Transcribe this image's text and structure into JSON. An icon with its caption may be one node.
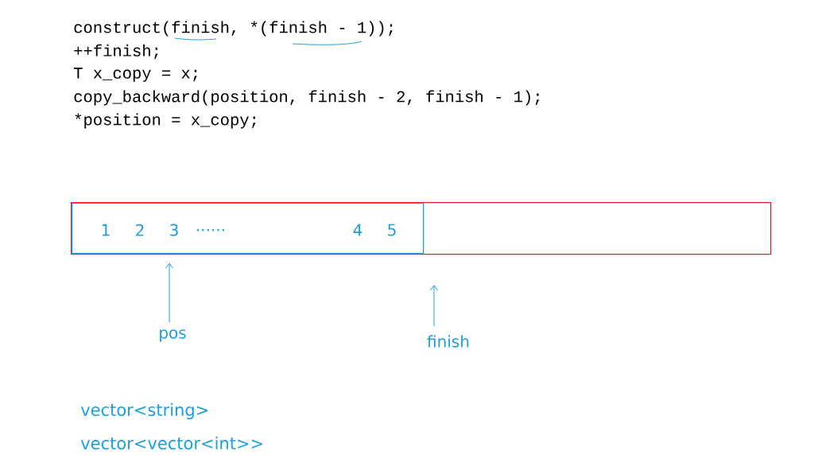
{
  "diagram": {
    "nodes": [
      {
        "text": [],
        "shape": "box"
      },
      {
        "text": [
          "1",
          "2",
          "3",
          "......",
          "4",
          "5"
        ],
        "in": 0
      },
      {
        "text": [
          "pos"
        ]
      },
      {
        "text": [
          "finish"
        ]
      }
    ],
    "edges": [
      {
        "from": 2,
        "to": 1,
        "arrow": "to",
        "color": "#1aa0e0"
      },
      {
        "from": 3,
        "to": null,
        "arrow": "to",
        "color": "#1aa0e0"
      }
    ],
    "labels": [
      "construct(finish, *(finish - 1));",
      "++finish;",
      "T x_copy = x;",
      "copy_backward(position, finish - 2, finish - 1);",
      "*position = x_copy;",
      "vector<string>",
      "vector<vector<int>>"
    ]
  }
}
